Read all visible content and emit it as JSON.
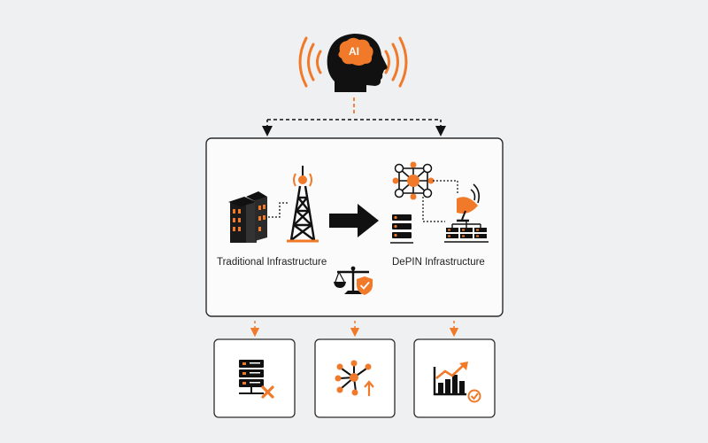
{
  "ai_badge": {
    "text": "AI"
  },
  "main_panel": {
    "left_label": "Traditional Infrastructure",
    "right_label": "DePIN Infrastructure"
  },
  "colors": {
    "accent": "#f07a2a",
    "ink": "#111111",
    "background": "#eef0f2",
    "panel": "#ffffff",
    "border": "#333333"
  },
  "icons": {
    "top": "ai-head-icon",
    "left": [
      "server-towers-icon",
      "cell-tower-icon"
    ],
    "center": "arrow-right-icon",
    "right": [
      "network-mesh-icon",
      "satellite-dish-icon",
      "server-stack-icon"
    ],
    "bottom_center": "balance-scale-icon",
    "bottom_cards": [
      "server-error-icon",
      "network-growth-icon",
      "growth-chart-icon"
    ]
  }
}
